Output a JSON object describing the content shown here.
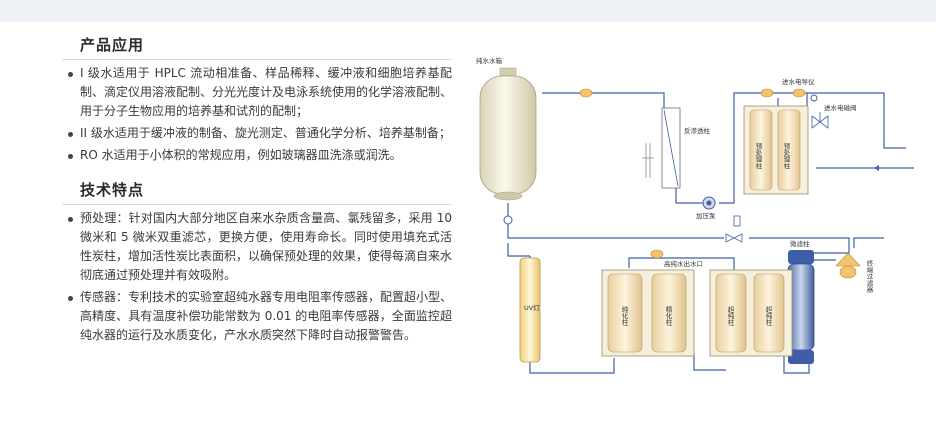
{
  "section1": {
    "title": "产品应用",
    "items": [
      "I 级水适用于 HPLC 流动相准备、样品稀释、缓冲液和细胞培养基配制、滴定仪用溶液配制、分光光度计及电泳系统使用的化学溶液配制、用于分子生物应用的培养基和试剂的配制；",
      "II 级水适用于缓冲液的制备、旋光测定、普通化学分析、培养基制备；",
      "RO 水适用于小体积的常规应用，例如玻璃器皿洗涤或润洗。"
    ]
  },
  "section2": {
    "title": "技术特点",
    "items": [
      "预处理：针对国内大部分地区自来水杂质含量高、氯残留多，采用 10 微米和 5 微米双重滤芯，更换方便，使用寿命长。同时使用填充式活性炭柱，增加活性炭比表面积，以确保预处理的效果，使得每滴自来水彻底通过预处理并有效吸附。",
      "传感器：专利技术的实验室超纯水器专用电阻率传感器，配置超小型、高精度、具有温度补偿功能常数为 0.01 的电阻率传感器，全面监控超纯水器的运行及水质变化，产水水质突然下降时自动报警警告。"
    ]
  },
  "diagram": {
    "tank_label": "纯水水箱",
    "ro_label": "反渗透柱",
    "pump_label": "加压泵",
    "inlet_meter_label": "进水电导仪",
    "inlet_valve_label": "进水电磁阀",
    "pre1_label": "预处理柱",
    "pre2_label": "预处理柱",
    "micro_label": "微滤柱",
    "outlet_label": "高纯水出水口",
    "uv_label": "UV灯",
    "purify1_label": "纯化柱",
    "purify2_label": "精化柱",
    "ultra1_label": "超纯柱",
    "ultra2_label": "超纯柱",
    "terminal_label": "终端过滤器"
  }
}
